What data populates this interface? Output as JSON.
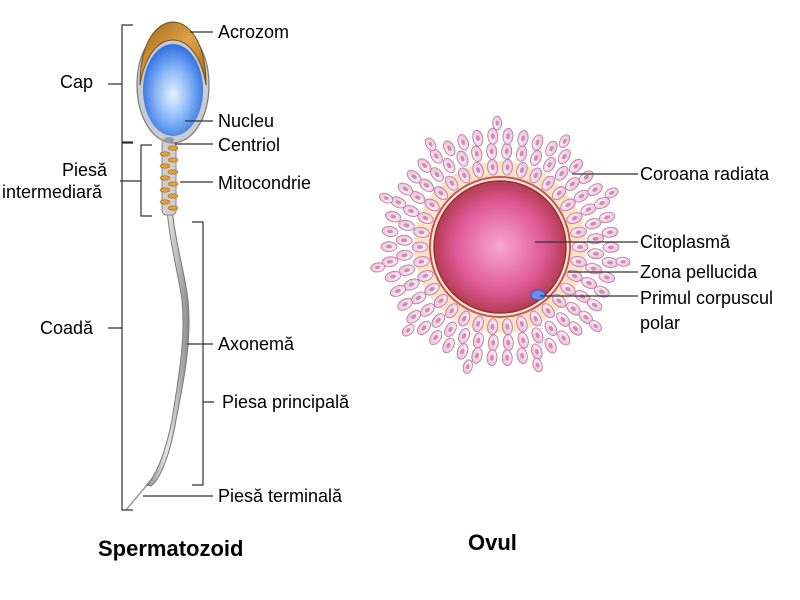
{
  "sperm": {
    "title": "Spermatozoid",
    "labels": {
      "acrozom": "Acrozom",
      "nucleu": "Nucleu",
      "centriol": "Centriol",
      "mitocondrie": "Mitocondrie",
      "axonema": "Axonemă",
      "piesa_principala": "Piesa principală",
      "piesa_terminala": "Piesă terminală",
      "cap": "Cap",
      "piesa_intermediara_1": "Piesă",
      "piesa_intermediara_2": "intermediară",
      "coada": "Coadă"
    }
  },
  "ovum": {
    "title": "Ovul",
    "labels": {
      "coroana_radiata": "Coroana radiata",
      "citoplasma": "Citoplasmă",
      "zona_pellucida": "Zona pellucida",
      "corpuscul_1": "Primul corpuscul",
      "corpuscul_2": "polar"
    }
  },
  "colors": {
    "acrosome": "#c98a2a",
    "nucleus": "#4a86e8",
    "tail": "#a9a9a9",
    "mitochondria": "#e0a040",
    "corona_cell": "#f3cde0",
    "corona_nucleus": "#c98fb4",
    "zona": "#fbe3c4",
    "cytoplasm": "#d4457e",
    "polar_body": "#6a8ff0"
  }
}
